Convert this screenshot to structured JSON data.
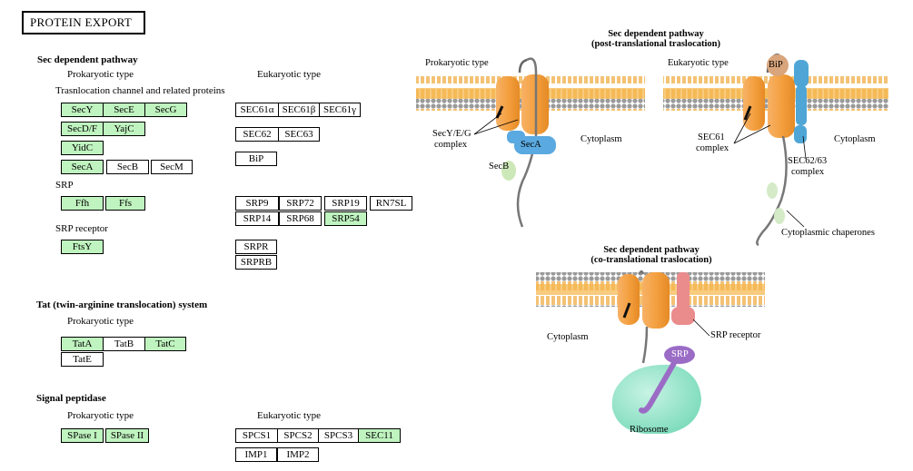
{
  "title": "PROTEIN EXPORT",
  "left": {
    "sec_heading": "Sec dependent pathway",
    "prok_label": "Prokaryotic type",
    "euk_label": "Eukaryotic type",
    "channel_label": "Trasnlocation channel and related proteins",
    "srp_label": "SRP",
    "srp_receptor_label": "SRP receptor",
    "tat_heading": "Tat (twin-arginine translocation) system",
    "tat_prok_label": "Prokaryotic type",
    "sp_heading": "Signal peptidase",
    "sp_prok_label": "Prokaryotic type",
    "sp_euk_label": "Eukaryotic type"
  },
  "genes": [
    {
      "id": "secy",
      "label": "SecY",
      "green": true
    },
    {
      "id": "sece",
      "label": "SecE",
      "green": true
    },
    {
      "id": "secg",
      "label": "SecG",
      "green": true
    },
    {
      "id": "secdf",
      "label": "SecD/F",
      "green": true
    },
    {
      "id": "yajc",
      "label": "YajC",
      "green": true
    },
    {
      "id": "yidc",
      "label": "YidC",
      "green": true
    },
    {
      "id": "seca",
      "label": "SecA",
      "green": true
    },
    {
      "id": "secb",
      "label": "SecB",
      "green": false
    },
    {
      "id": "secm",
      "label": "SecM",
      "green": false
    },
    {
      "id": "ffh",
      "label": "Ffh",
      "green": true
    },
    {
      "id": "ffs",
      "label": "Ffs",
      "green": true
    },
    {
      "id": "ftsy",
      "label": "FtsY",
      "green": true
    },
    {
      "id": "sec61a",
      "label": "SEC61α",
      "green": false
    },
    {
      "id": "sec61b",
      "label": "SEC61β",
      "green": false
    },
    {
      "id": "sec61g",
      "label": "SEC61γ",
      "green": false
    },
    {
      "id": "sec62",
      "label": "SEC62",
      "green": false
    },
    {
      "id": "sec63",
      "label": "SEC63",
      "green": false
    },
    {
      "id": "bip",
      "label": "BiP",
      "green": false
    },
    {
      "id": "srp9",
      "label": "SRP9",
      "green": false
    },
    {
      "id": "srp72",
      "label": "SRP72",
      "green": false
    },
    {
      "id": "srp19",
      "label": "SRP19",
      "green": false
    },
    {
      "id": "rn7sl",
      "label": "RN7SL",
      "green": false
    },
    {
      "id": "srp14",
      "label": "SRP14",
      "green": false
    },
    {
      "id": "srp68",
      "label": "SRP68",
      "green": false
    },
    {
      "id": "srp54",
      "label": "SRP54",
      "green": true
    },
    {
      "id": "srpr",
      "label": "SRPR",
      "green": false
    },
    {
      "id": "srprb",
      "label": "SRPRB",
      "green": false
    },
    {
      "id": "tata",
      "label": "TatA",
      "green": true
    },
    {
      "id": "tatb",
      "label": "TatB",
      "green": false
    },
    {
      "id": "tatc",
      "label": "TatC",
      "green": true
    },
    {
      "id": "tate",
      "label": "TatE",
      "green": false
    },
    {
      "id": "spase1",
      "label": "SPase I",
      "green": true
    },
    {
      "id": "spase2",
      "label": "SPase II",
      "green": true
    },
    {
      "id": "spcs1",
      "label": "SPCS1",
      "green": false
    },
    {
      "id": "spcs2",
      "label": "SPCS2",
      "green": false
    },
    {
      "id": "spcs3",
      "label": "SPCS3",
      "green": false
    },
    {
      "id": "sec11",
      "label": "SEC11",
      "green": true
    },
    {
      "id": "imp1",
      "label": "IMP1",
      "green": false
    },
    {
      "id": "imp2",
      "label": "IMP2",
      "green": false
    }
  ],
  "diagram": {
    "post_title_1": "Sec dependent pathway",
    "post_title_2": "(post-translational traslocation)",
    "prok_type": "Prokaryotic type",
    "euk_type": "Eukaryotic type",
    "secyeg_1": "SecY/E/G",
    "secyeg_2": "complex",
    "seca": "SecA",
    "secb": "SecB",
    "cytoplasm_a": "Cytoplasm",
    "bip": "BiP",
    "sec61_1": "SEC61",
    "sec61_2": "complex",
    "sec6263_1": "SEC62/63",
    "sec6263_2": "complex",
    "cytoplasm_b": "Cytoplasm",
    "chaperones": "Cytoplasmic chaperones",
    "co_title_1": "Sec dependent pathway",
    "co_title_2": "(co-translational traslocation)",
    "cytoplasm_c": "Cytoplasm",
    "srp_receptor": "SRP receptor",
    "srp": "SRP",
    "ribosome": "Ribosome"
  }
}
